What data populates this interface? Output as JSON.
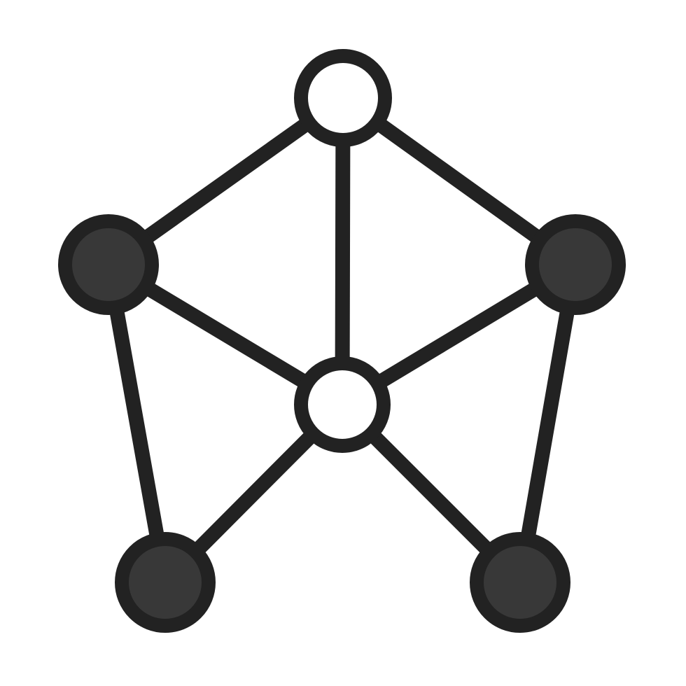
{
  "icon": {
    "semantic_name": "network-structure-icon",
    "colors": {
      "background": "#ffffff",
      "stroke": "#222222",
      "node_fill_dark": "#383838",
      "node_fill_light": "#ffffff"
    },
    "nodes": [
      {
        "id": "top",
        "style": "hollow"
      },
      {
        "id": "center",
        "style": "hollow"
      },
      {
        "id": "left",
        "style": "filled"
      },
      {
        "id": "right",
        "style": "filled"
      },
      {
        "id": "bottom-left",
        "style": "filled"
      },
      {
        "id": "bottom-right",
        "style": "filled"
      }
    ],
    "edges": [
      [
        "top",
        "left"
      ],
      [
        "top",
        "right"
      ],
      [
        "top",
        "center"
      ],
      [
        "left",
        "center"
      ],
      [
        "right",
        "center"
      ],
      [
        "left",
        "bottom-left"
      ],
      [
        "right",
        "bottom-right"
      ],
      [
        "center",
        "bottom-left"
      ],
      [
        "center",
        "bottom-right"
      ]
    ]
  }
}
